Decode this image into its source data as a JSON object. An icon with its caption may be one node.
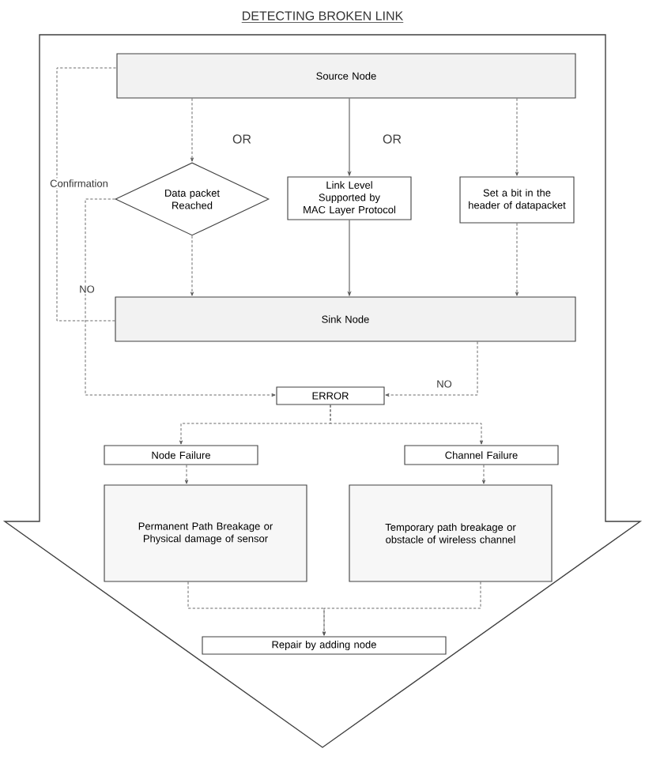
{
  "diagram": {
    "title": "DETECTING BROKEN LINK",
    "nodes": [
      {
        "text": [
          "Source Node"
        ]
      },
      {
        "text": [
          "Data packet Reached"
        ]
      },
      {
        "text": [
          "Link Level Supported by MAC Layer Protocol"
        ]
      },
      {
        "text": [
          "Set a bit in the header of datapacket"
        ]
      },
      {
        "text": [
          "Sink Node"
        ]
      },
      {
        "text": [
          "ERROR"
        ]
      },
      {
        "text": [
          "Node Failure"
        ]
      },
      {
        "text": [
          "Channel Failure"
        ]
      },
      {
        "text": [
          "Permanent Path Breakage or Physical damage of sensor"
        ]
      },
      {
        "text": [
          "Temporary path breakage or obstacle of wireless channel"
        ]
      },
      {
        "text": [
          "Repair by adding node"
        ]
      }
    ],
    "edges": [
      {
        "from": 0,
        "to": 1,
        "arrow": "to",
        "style": "dashed"
      },
      {
        "from": 0,
        "to": 2,
        "arrow": "to"
      },
      {
        "from": 0,
        "to": 3,
        "arrow": "to",
        "style": "dashed"
      },
      {
        "from": 1,
        "to": 4,
        "arrow": "to",
        "style": "dashed"
      },
      {
        "from": 2,
        "to": 4,
        "arrow": "to"
      },
      {
        "from": 3,
        "to": 4,
        "arrow": "to",
        "style": "dashed"
      },
      {
        "from": 4,
        "to": 0,
        "arrow": "none",
        "label": "Confirmation",
        "style": "dashed"
      },
      {
        "from": 1,
        "to": 5,
        "arrow": "to",
        "label": "NO",
        "style": "dashed"
      },
      {
        "from": 4,
        "to": 5,
        "arrow": "to",
        "label": "NO",
        "style": "dashed"
      },
      {
        "from": 5,
        "to": 6,
        "arrow": "to",
        "style": "dashed"
      },
      {
        "from": 5,
        "to": 7,
        "arrow": "to",
        "style": "dashed"
      },
      {
        "from": 6,
        "to": 8,
        "arrow": "to",
        "style": "dashed"
      },
      {
        "from": 7,
        "to": 9,
        "arrow": "to",
        "style": "dashed"
      },
      {
        "from": 8,
        "to": 10,
        "arrow": "to",
        "style": "dashed"
      },
      {
        "from": 9,
        "to": 10,
        "arrow": "to",
        "style": "dashed"
      }
    ],
    "labels": [
      "OR",
      "OR"
    ]
  }
}
